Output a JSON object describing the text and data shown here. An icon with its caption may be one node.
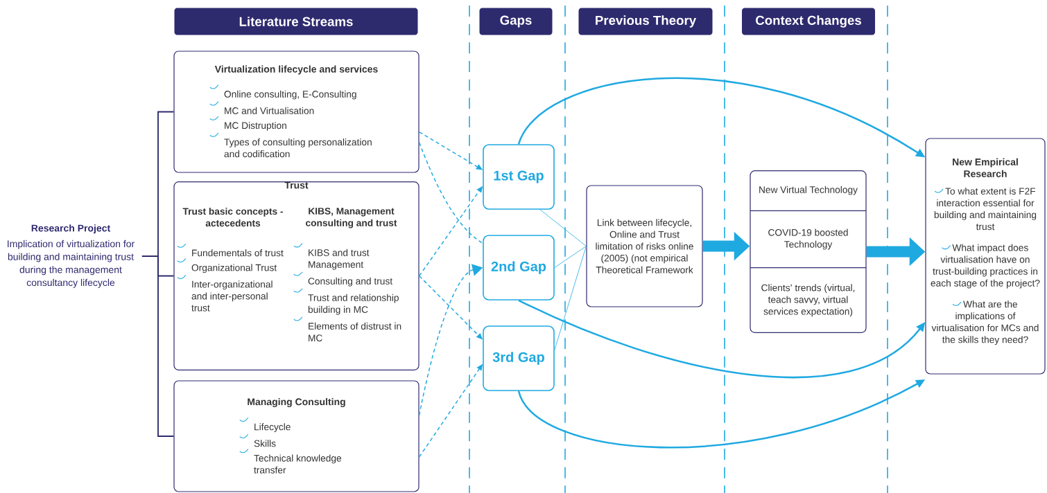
{
  "diagram": {
    "nodes": [
      {
        "text": [
          "Literature Streams"
        ]
      },
      {
        "text": [
          "Gaps"
        ]
      },
      {
        "text": [
          "Previous Theory"
        ]
      },
      {
        "text": [
          "Context Changes"
        ]
      },
      {
        "text": [
          "Research Project",
          "Implication of virtualization for building and maintaining trust during the management consultancy lifecycle"
        ]
      },
      {
        "text": [
          "Virtualization lifecycle and services",
          "Online consulting, E-Consulting",
          "MC and Virtualisation",
          "MC Distruption",
          "Types of consulting personalization and codification"
        ]
      },
      {
        "text": [
          "Trust",
          "Trust basic concepts - actecedents",
          "Fundementals of trust",
          "Organizational Trust",
          "Inter-organizational and inter-personal trust",
          "KIBS, Management consulting and trust",
          "KIBS and trust Management",
          "Consulting and trust",
          "Trust and relationship building in MC",
          "Elements of distrust in MC"
        ]
      },
      {
        "text": [
          "Managing Consulting",
          "Lifecycle",
          "Skills",
          "Technical knowledge transfer"
        ]
      },
      {
        "text": [
          "1st Gap"
        ]
      },
      {
        "text": [
          "2nd Gap"
        ]
      },
      {
        "text": [
          "3rd Gap"
        ]
      },
      {
        "text": [
          "Link between lifecycle, Online and Trust limitation of risks online (2005) (not empirical Theoretical Framework"
        ]
      },
      {
        "text": [
          "New Virtual Technology",
          "COVID-19 boosted Technology",
          "Clients’ trends (virtual, teach savvy, virtual services expectation)"
        ]
      },
      {
        "text": [
          "New Empirical Research",
          "To what extent is F2F interaction essential for building and maintaining trust",
          "What impact does virtualisation have on trust-building practices in each stage of the project?",
          "What are the implications of virtualisation for MCs and the skills they need?"
        ]
      }
    ],
    "edges": [
      {
        "from": 4,
        "to": 5,
        "arrow": "none",
        "color": "#2e2a6e"
      },
      {
        "from": 4,
        "to": 6,
        "arrow": "none",
        "color": "#2e2a6e"
      },
      {
        "from": 4,
        "to": 7,
        "arrow": "none",
        "color": "#2e2a6e"
      },
      {
        "from": 5,
        "to": 8,
        "arrow": "to",
        "style": "dashed"
      },
      {
        "from": 5,
        "to": 9,
        "arrow": "none",
        "style": "dashed"
      },
      {
        "from": 6,
        "to": 8,
        "arrow": "to",
        "style": "dashed"
      },
      {
        "from": 6,
        "to": 10,
        "arrow": "to",
        "style": "dashed"
      },
      {
        "from": 7,
        "to": 9,
        "arrow": "to",
        "style": "dashed"
      },
      {
        "from": 7,
        "to": 10,
        "arrow": "to",
        "style": "dashed"
      },
      {
        "from": 8,
        "to": 11,
        "arrow": "none"
      },
      {
        "from": 9,
        "to": 11,
        "arrow": "none"
      },
      {
        "from": 10,
        "to": 11,
        "arrow": "none"
      },
      {
        "from": 11,
        "to": 12,
        "arrow": "to",
        "style": "thick"
      },
      {
        "from": 12,
        "to": 13,
        "arrow": "to",
        "style": "thick"
      },
      {
        "from": 8,
        "to": 13,
        "arrow": "to"
      },
      {
        "from": 9,
        "to": 13,
        "arrow": "to"
      },
      {
        "from": 10,
        "to": 13,
        "arrow": "to"
      }
    ]
  }
}
